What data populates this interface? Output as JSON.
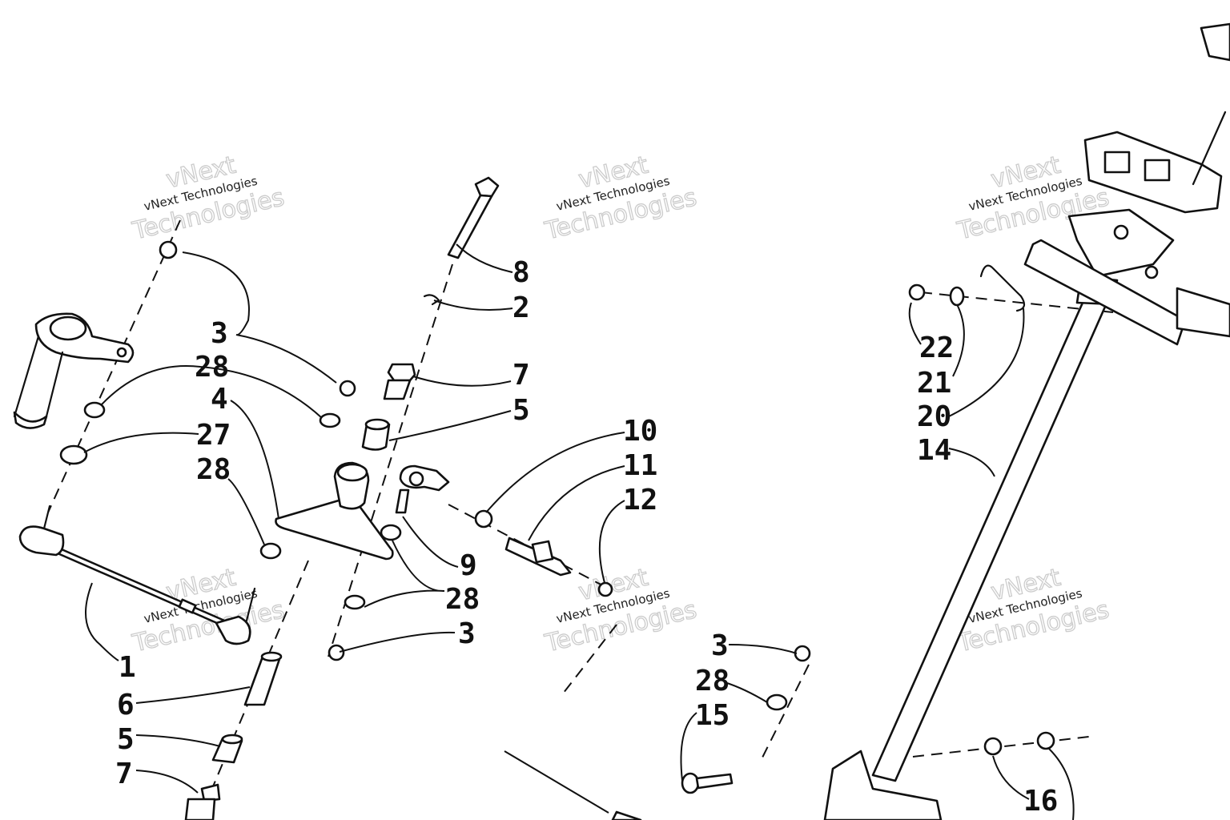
{
  "watermark": {
    "line1": "vNext",
    "line2": "vNext Technologies",
    "line3": "Technologies"
  },
  "callouts": [
    {
      "id": "c-8",
      "label": "8"
    },
    {
      "id": "c-2",
      "label": "2"
    },
    {
      "id": "c-7a",
      "label": "7"
    },
    {
      "id": "c-5a",
      "label": "5"
    },
    {
      "id": "c-3a",
      "label": "3"
    },
    {
      "id": "c-28a",
      "label": "28"
    },
    {
      "id": "c-4",
      "label": "4"
    },
    {
      "id": "c-27",
      "label": "27"
    },
    {
      "id": "c-28b",
      "label": "28"
    },
    {
      "id": "c-10",
      "label": "10"
    },
    {
      "id": "c-11",
      "label": "11"
    },
    {
      "id": "c-12",
      "label": "12"
    },
    {
      "id": "c-9",
      "label": "9"
    },
    {
      "id": "c-28c",
      "label": "28"
    },
    {
      "id": "c-3b",
      "label": "3"
    },
    {
      "id": "c-1",
      "label": "1"
    },
    {
      "id": "c-6",
      "label": "6"
    },
    {
      "id": "c-5b",
      "label": "5"
    },
    {
      "id": "c-7b",
      "label": "7"
    },
    {
      "id": "c-22",
      "label": "22"
    },
    {
      "id": "c-21",
      "label": "21"
    },
    {
      "id": "c-20",
      "label": "20"
    },
    {
      "id": "c-14",
      "label": "14"
    },
    {
      "id": "c-3c",
      "label": "3"
    },
    {
      "id": "c-28d",
      "label": "28"
    },
    {
      "id": "c-15",
      "label": "15"
    },
    {
      "id": "c-16",
      "label": "16"
    }
  ]
}
